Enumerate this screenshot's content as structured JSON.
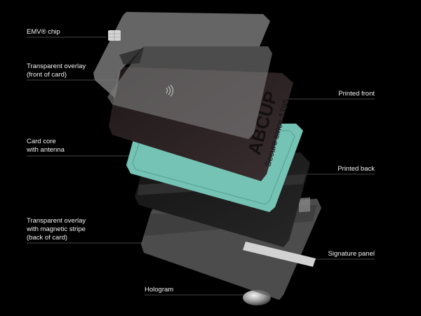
{
  "labels": {
    "emv_chip": "EMV® chip",
    "overlay_front": "Transparent overlay\n(front of card)",
    "printed_front": "Printed front",
    "card_core": "Card core\nwith antenna",
    "printed_back": "Printed back",
    "overlay_back": "Transparent overlay\nwith magnetic stripe\n(back of card)",
    "signature_panel": "Signature panel",
    "hologram": "Hologram"
  },
  "card_print": {
    "brand": "ABCUP",
    "tagline": "Secure since 1795"
  },
  "colors": {
    "background": "#000000",
    "core": "#74c3b5",
    "printed_front": "#2b2224",
    "printed_back": "#1a1a1a",
    "label_text": "#f2f2f2",
    "leader_line": "#8a8a8a"
  },
  "icons": {
    "contactless": "contactless-icon"
  }
}
